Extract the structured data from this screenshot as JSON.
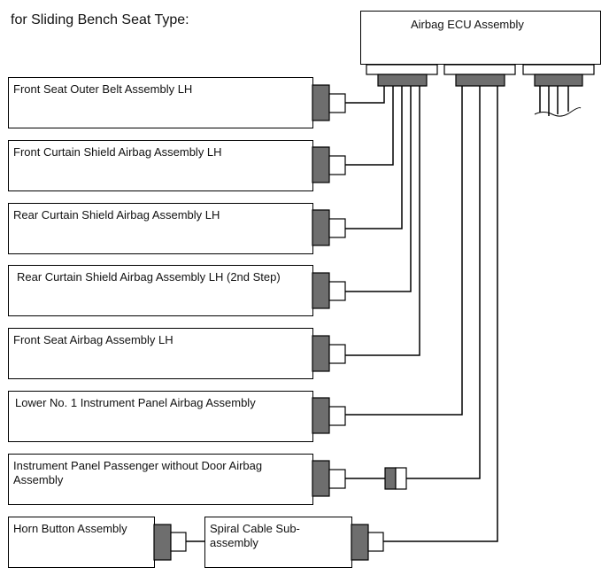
{
  "heading": "for Sliding Bench Seat Type:",
  "ecu": {
    "label": "Airbag ECU Assembly"
  },
  "components": [
    "Front Seat Outer Belt Assembly LH",
    "Front Curtain Shield Airbag Assembly LH",
    "Rear Curtain Shield Airbag Assembly LH",
    "Rear Curtain Shield Airbag Assembly LH (2nd Step)",
    "Front Seat Airbag Assembly LH",
    "Lower No. 1 Instrument Panel Airbag Assembly",
    "Instrument Panel Passenger without Door Airbag Assembly"
  ],
  "horn": {
    "label": "Horn Button Assembly"
  },
  "spiral": {
    "label": "Spiral Cable Sub-assembly"
  }
}
